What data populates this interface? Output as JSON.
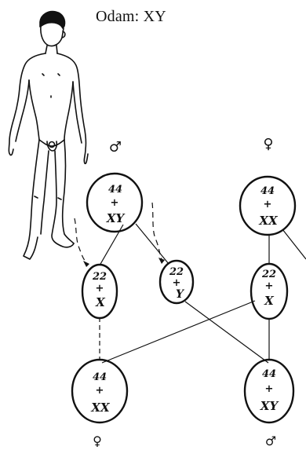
{
  "title": "Odam: XY",
  "parents": {
    "male": {
      "symbol": "♂",
      "chromosomes": [
        "44",
        "+",
        "XY"
      ]
    },
    "female": {
      "symbol": "♀",
      "chromosomes": [
        "44",
        "+",
        "XX"
      ]
    }
  },
  "gametes": [
    {
      "chromosomes": [
        "22",
        "+",
        "X"
      ]
    },
    {
      "chromosomes": [
        "22",
        "+",
        "Y"
      ]
    },
    {
      "chromosomes": [
        "22",
        "+",
        "X"
      ]
    }
  ],
  "offspring": [
    {
      "symbol": "♀",
      "chromosomes": [
        "44",
        "+",
        "XX"
      ]
    },
    {
      "symbol": "♂",
      "chromosomes": [
        "44",
        "+",
        "XY"
      ]
    }
  ]
}
